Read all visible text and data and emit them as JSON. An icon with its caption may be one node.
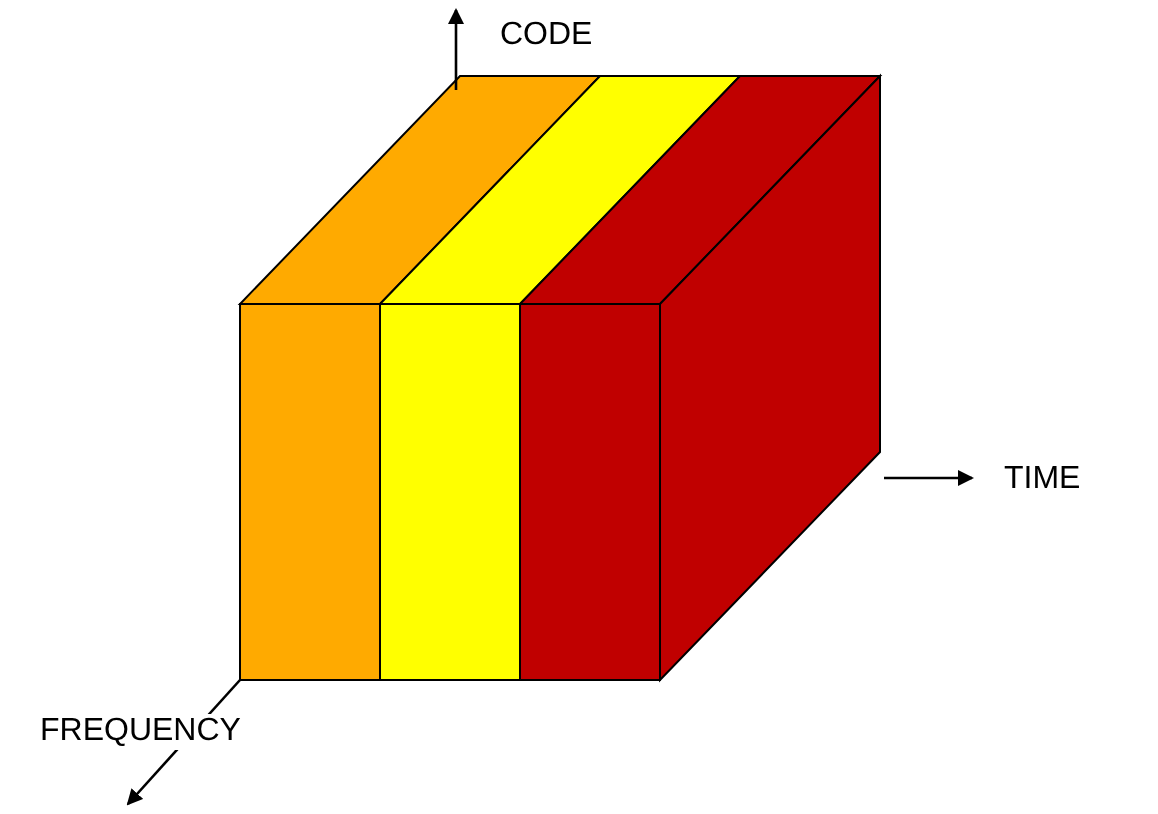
{
  "diagram": {
    "labels": [
      "CODE",
      "TIME",
      "FREQUENCY"
    ]
  }
}
